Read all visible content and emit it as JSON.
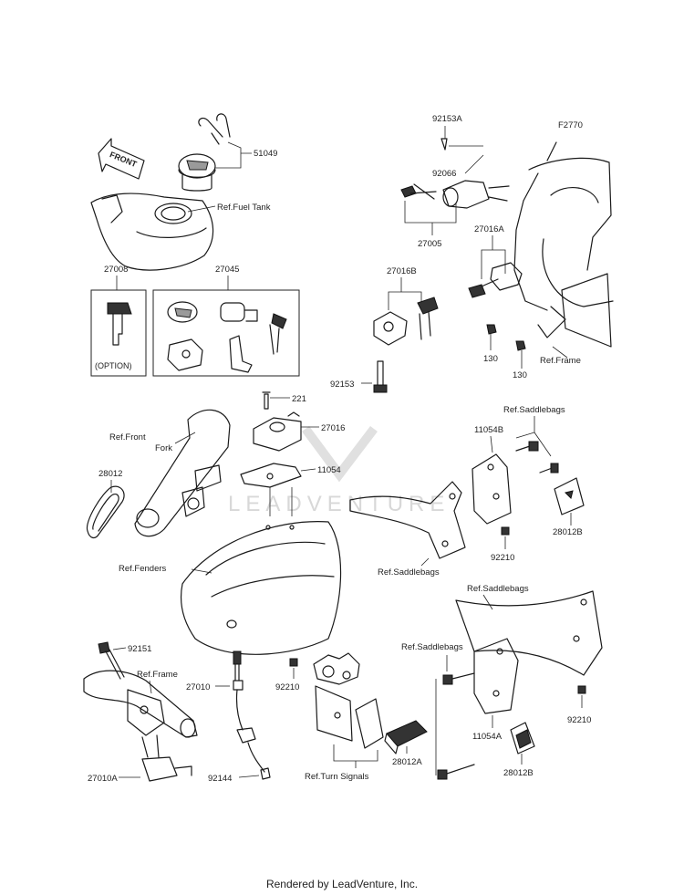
{
  "figure_code": "F2770",
  "watermark": "LEADVENTURE",
  "footer": "Rendered by LeadVenture, Inc.",
  "front_arrow": "FRONT",
  "option_label": "(OPTION)",
  "labels": {
    "p51049": "51049",
    "ref_fuel_tank": "Ref.Fuel Tank",
    "p27008": "27008",
    "p27045": "27045",
    "p92153a": "92153A",
    "p92066": "92066",
    "p27005": "27005",
    "p27016a": "27016A",
    "p27016b": "27016B",
    "p130a": "130",
    "p130b": "130",
    "ref_frame_top": "Ref.Frame",
    "p92153": "92153",
    "p221": "221",
    "p27016": "27016",
    "p11054": "11054",
    "ref_front_fork_1": "Ref.Front",
    "ref_front_fork_2": "Fork",
    "p28012": "28012",
    "p11054b": "11054B",
    "ref_saddlebags_1": "Ref.Saddlebags",
    "p28012b_top": "28012B",
    "p92210_mid": "92210",
    "ref_fenders": "Ref.Fenders",
    "ref_saddlebags_2": "Ref.Saddlebags",
    "ref_saddlebags_3": "Ref.Saddlebags",
    "ref_saddlebags_4": "Ref.Saddlebags",
    "p92151": "92151",
    "ref_frame_bottom": "Ref.Frame",
    "p27010": "27010",
    "p92210_left": "92210",
    "p92210_right": "92210",
    "p11054a": "11054A",
    "p28012a": "28012A",
    "p27010a": "27010A",
    "p92144": "92144",
    "ref_turn_signals": "Ref.Turn Signals",
    "p28012b_bottom": "28012B"
  }
}
